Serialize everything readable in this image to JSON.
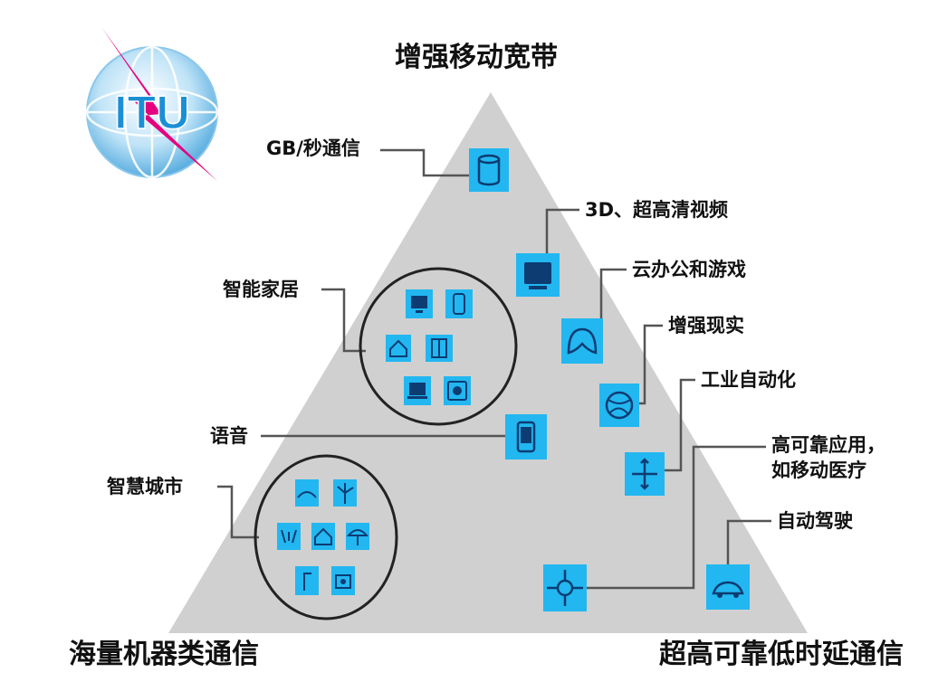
{
  "logo": {
    "text": "ITU",
    "accent": "#e5007e",
    "globe": "#1a8fd6"
  },
  "corners": {
    "top": "增强移动宽带",
    "bottom_left": "海量机器类通信",
    "bottom_right": "超高可靠低时延通信"
  },
  "callouts": {
    "gbps": "GB/秒通信",
    "video": "3D、超高清视频",
    "cloud": "云办公和游戏",
    "ar": "增强现实",
    "industry": "工业自动化",
    "reliable_line1": "高可靠应用，",
    "reliable_line2": "如移动医疗",
    "autodrive": "自动驾驶",
    "smarthome": "智能家居",
    "voice": "语音",
    "smartcity": "智慧城市"
  },
  "icons": {
    "gbps": "database-icon",
    "video": "monitor-icon",
    "cloud": "gamepad-icon",
    "ar": "globe-icon",
    "industry": "cross-arrows-icon",
    "voice": "smartphone-icon",
    "network": "network-node-icon",
    "car": "car-icon"
  },
  "colors": {
    "triangle": "#d0d0d0",
    "icon_bg": "#22b7f0",
    "icon_fg": "#0d3c73",
    "line": "#555555"
  }
}
